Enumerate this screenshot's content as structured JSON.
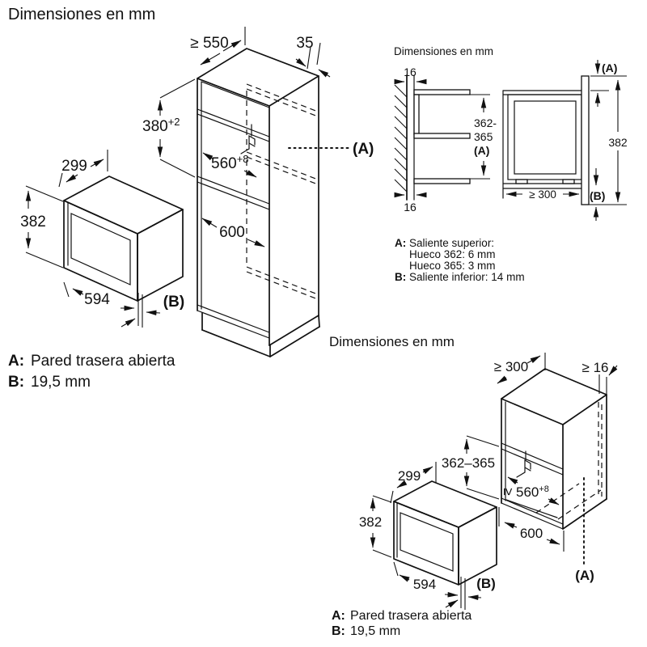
{
  "page_title": "Dimensiones en mm",
  "colors": {
    "line": "#111111",
    "background": "#ffffff"
  },
  "diagram1": {
    "cabinet": {
      "depth_min": "≥ 550",
      "top_edge": "35",
      "niche_height": "380",
      "niche_height_tol": "+2",
      "niche_width": "560",
      "niche_width_tol": "+8",
      "lower_compartment": "600",
      "back_label": "(A)"
    },
    "microwave": {
      "depth": "299",
      "height": "382",
      "width": "594",
      "side_label": "(B)"
    },
    "legend": [
      {
        "key": "A:",
        "text": "Pared trasera abierta"
      },
      {
        "key": "B:",
        "text": "19,5 mm"
      }
    ]
  },
  "diagram2": {
    "title": "Dimensiones en mm",
    "dims": {
      "wall_gap_top": "16",
      "wall_gap_bottom": "16",
      "niche_height_line1": "362-",
      "niche_height_line2": "365",
      "niche_height_line3": "(A)",
      "depth_min": "≥ 300",
      "front_height": "382",
      "protrusion_top": "(A)",
      "protrusion_bottom": "(B)"
    },
    "legend": [
      {
        "key": "A:",
        "text": "Saliente superior:"
      },
      {
        "key": "",
        "text": "Hueco 362: 6 mm"
      },
      {
        "key": "",
        "text": "Hueco 365: 3 mm"
      },
      {
        "key": "B:",
        "text": "Saliente inferior: 14 mm"
      }
    ]
  },
  "diagram3": {
    "title": "Dimensiones en mm",
    "cabinet": {
      "depth_min": "≥ 300",
      "back_gap": "≥ 16",
      "niche_height": "362–365",
      "niche_width_geq": "≥",
      "niche_width": "560",
      "niche_width_tol": "+8",
      "outer_width": "600",
      "back_label": "(A)"
    },
    "microwave": {
      "depth": "299",
      "height": "382",
      "width": "594",
      "side_label": "(B)"
    },
    "legend": [
      {
        "key": "A:",
        "text": "Pared trasera abierta"
      },
      {
        "key": "B:",
        "text": "19,5 mm"
      }
    ]
  }
}
